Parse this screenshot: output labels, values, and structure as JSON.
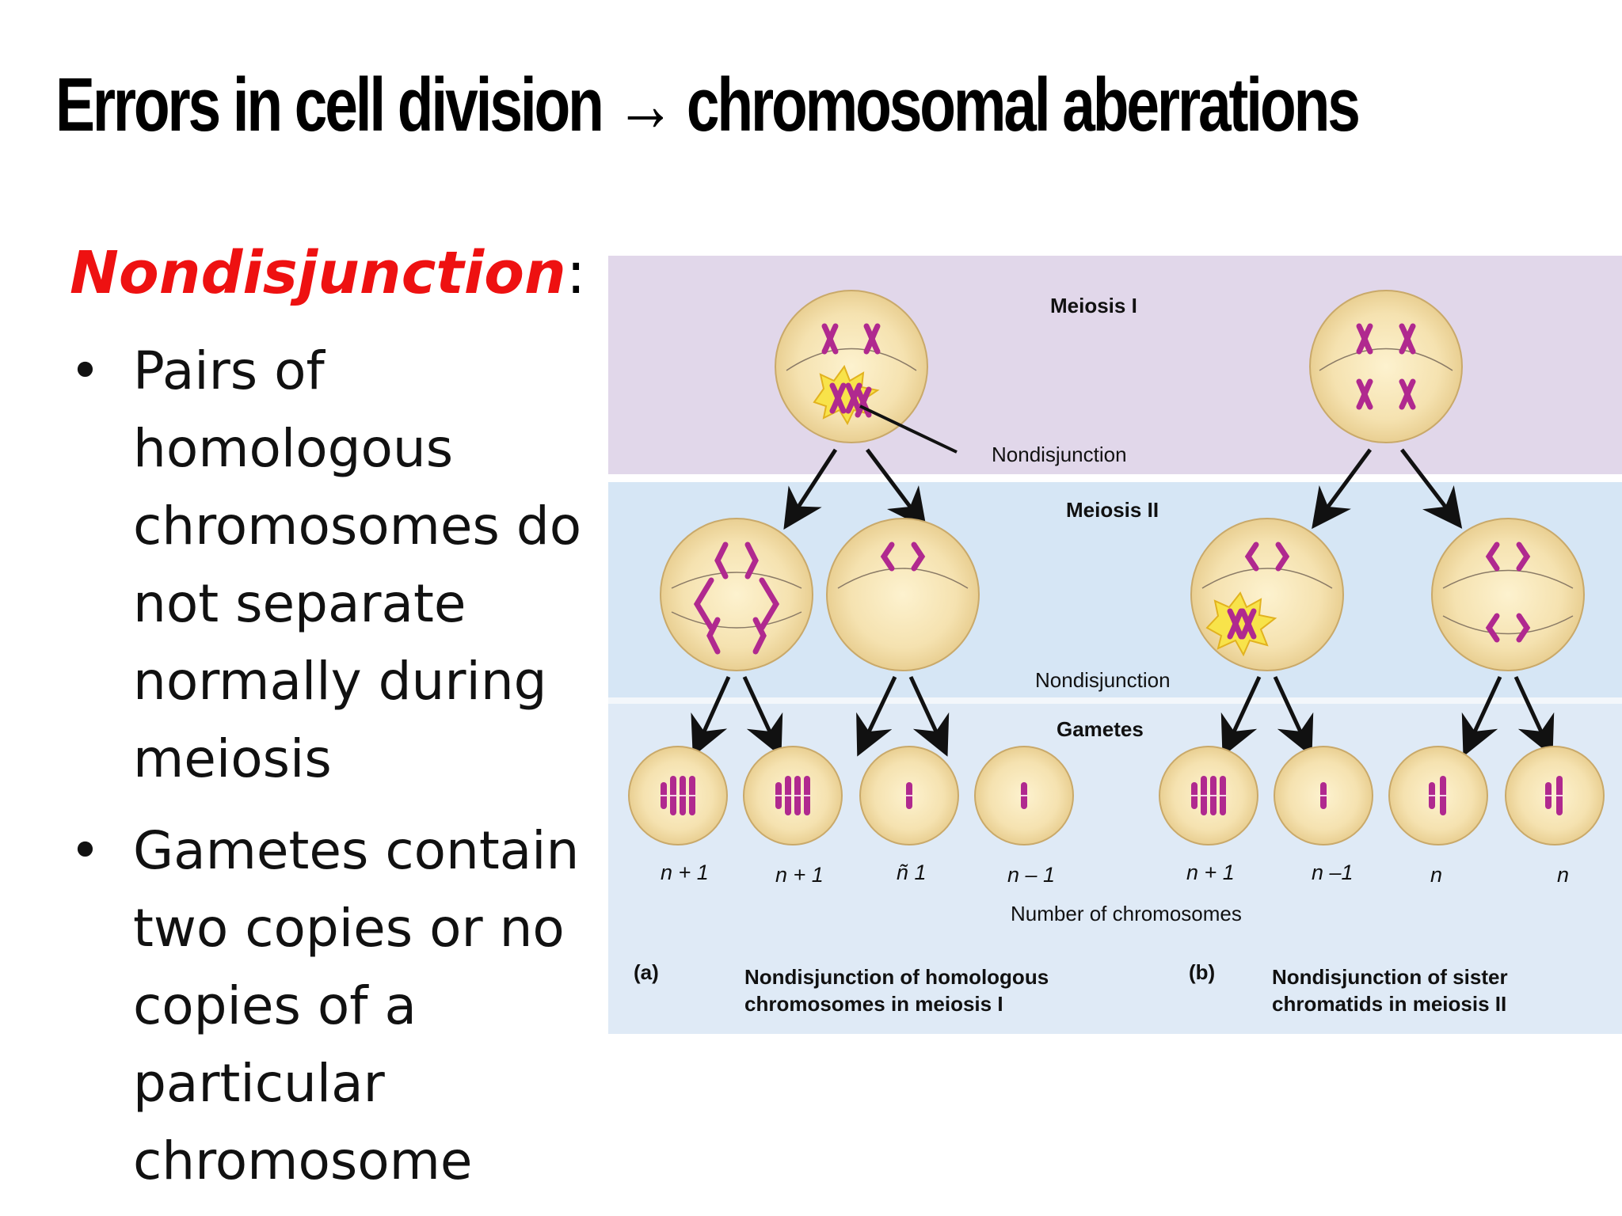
{
  "slide": {
    "title": "Errors in cell division → chromosomal aberrations",
    "subtitle_keyword": "Nondisjunction",
    "subtitle_colon": ":",
    "bullets": [
      "Pairs of homologous chromosomes do not separate normally during meiosis",
      "Gametes contain two copies or no copies of a particular chromosome"
    ],
    "bullet_glyph": "•"
  },
  "figure": {
    "stage_meiosis1": "Meiosis I",
    "stage_meiosis2": "Meiosis II",
    "stage_gametes": "Gametes",
    "label_nondisjunction_1": "Nondisjunction",
    "label_nondisjunction_2": "Nondisjunction",
    "gamete_counts": [
      "n + 1",
      "n + 1",
      "ñ 1",
      "n – 1",
      "n + 1",
      "n –1",
      "n",
      "n"
    ],
    "axis_label": "Number of chromosomes",
    "panel_a_letter": "(a)",
    "panel_a_caption_line1": "Nondisjunction of homologous",
    "panel_a_caption_line2": "chromosomes in meiosis I",
    "panel_b_letter": "(b)",
    "panel_b_caption_line1": "Nondisjunction of sister",
    "panel_b_caption_line2": "chromatids in meiosis II",
    "colors": {
      "meiosis1_band": "#e1d7ea",
      "meiosis2_band": "#d6e6f5",
      "cell_fill": "#f5e2b0",
      "chromosome": "#b0298f",
      "nondisjunction_burst": "#f8e34a"
    }
  }
}
